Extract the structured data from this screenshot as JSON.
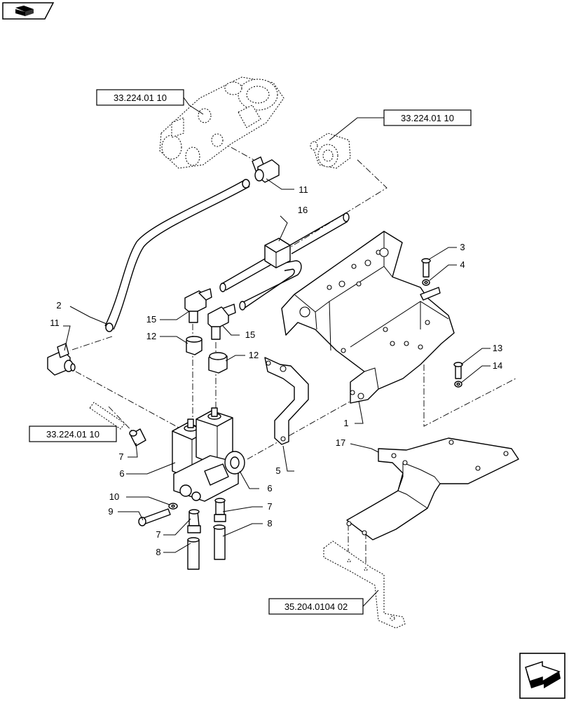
{
  "icons": {
    "top_left": "catalog-book-icon",
    "bottom_right": "next-page-arrow-icon"
  },
  "references": {
    "ref_top_left": "33.224.01 10",
    "ref_top_right": "33.224.01 10",
    "ref_mid_left": "33.224.01 10",
    "ref_bottom": "35.204.0104 02"
  },
  "callouts": [
    {
      "id": "c16",
      "label": "16"
    },
    {
      "id": "c11a",
      "label": "11"
    },
    {
      "id": "c11b",
      "label": "11"
    },
    {
      "id": "c2",
      "label": "2"
    },
    {
      "id": "c15a",
      "label": "15"
    },
    {
      "id": "c15b",
      "label": "15"
    },
    {
      "id": "c12a",
      "label": "12"
    },
    {
      "id": "c12b",
      "label": "12"
    },
    {
      "id": "c3",
      "label": "3"
    },
    {
      "id": "c4",
      "label": "4"
    },
    {
      "id": "c13",
      "label": "13"
    },
    {
      "id": "c14",
      "label": "14"
    },
    {
      "id": "c1",
      "label": "1"
    },
    {
      "id": "c17",
      "label": "17"
    },
    {
      "id": "c5",
      "label": "5"
    },
    {
      "id": "c6a",
      "label": "6"
    },
    {
      "id": "c6b",
      "label": "6"
    },
    {
      "id": "c7a",
      "label": "7"
    },
    {
      "id": "c7b",
      "label": "7"
    },
    {
      "id": "c7c",
      "label": "7"
    },
    {
      "id": "c8a",
      "label": "8"
    },
    {
      "id": "c8b",
      "label": "8"
    },
    {
      "id": "c9",
      "label": "9"
    },
    {
      "id": "c10",
      "label": "10"
    }
  ]
}
